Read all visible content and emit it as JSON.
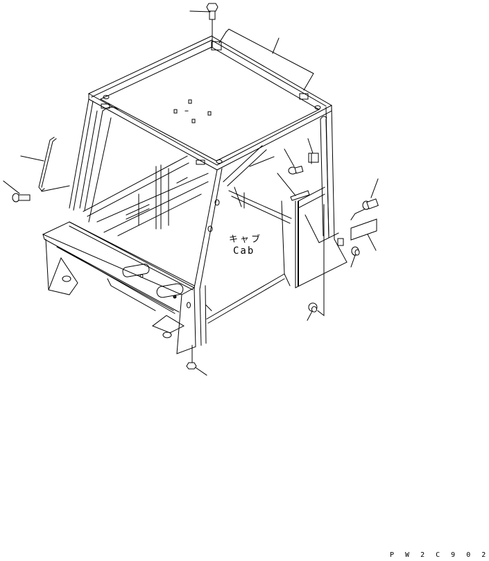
{
  "diagram": {
    "type": "exploded-parts-view",
    "subject": "cab-frame",
    "main_label": {
      "japanese": "キャブ",
      "english": "Cab"
    },
    "drawing_code": "PW2C902",
    "drawing_code_display": "P W 2 C 9 0 2",
    "colors": {
      "line": "#000000",
      "background": "#ffffff"
    },
    "parts": [
      {
        "id": "top-bolt",
        "description": "flange bolt at roof front corner",
        "has_leader": true
      },
      {
        "id": "roof-panel-callout",
        "description": "roof panel leader",
        "has_leader": true
      },
      {
        "id": "handrail",
        "description": "bent grab rod on left pillar",
        "has_leader": true
      },
      {
        "id": "handrail-bolt",
        "description": "bolt securing handrail",
        "has_leader": true
      },
      {
        "id": "clip",
        "description": "clip on rear pillar",
        "has_leader": true
      },
      {
        "id": "rear-bolt",
        "description": "bolt at rear frame",
        "has_leader": true
      },
      {
        "id": "strip",
        "description": "rubber strip",
        "has_leader": true
      },
      {
        "id": "side-bolt",
        "description": "bolt on right rear",
        "has_leader": true
      },
      {
        "id": "plate",
        "description": "pad plate",
        "has_leader": true
      },
      {
        "id": "plug",
        "description": "plug on rear wall",
        "has_leader": true
      },
      {
        "id": "cap",
        "description": "cap at lower rear",
        "has_leader": true
      },
      {
        "id": "bottom-nut",
        "description": "nut beneath front pillar",
        "has_leader": true
      }
    ]
  }
}
